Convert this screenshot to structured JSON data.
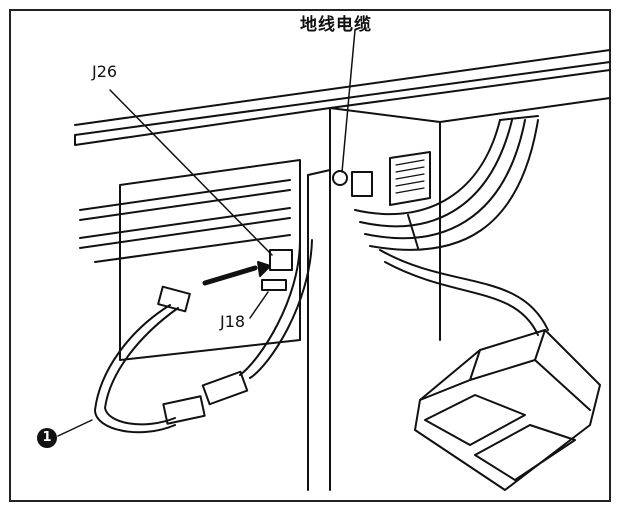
{
  "labels": {
    "ground_cable": "地线电缆",
    "connector_j26": "J26",
    "connector_j18": "J18",
    "callout_1": "1"
  }
}
